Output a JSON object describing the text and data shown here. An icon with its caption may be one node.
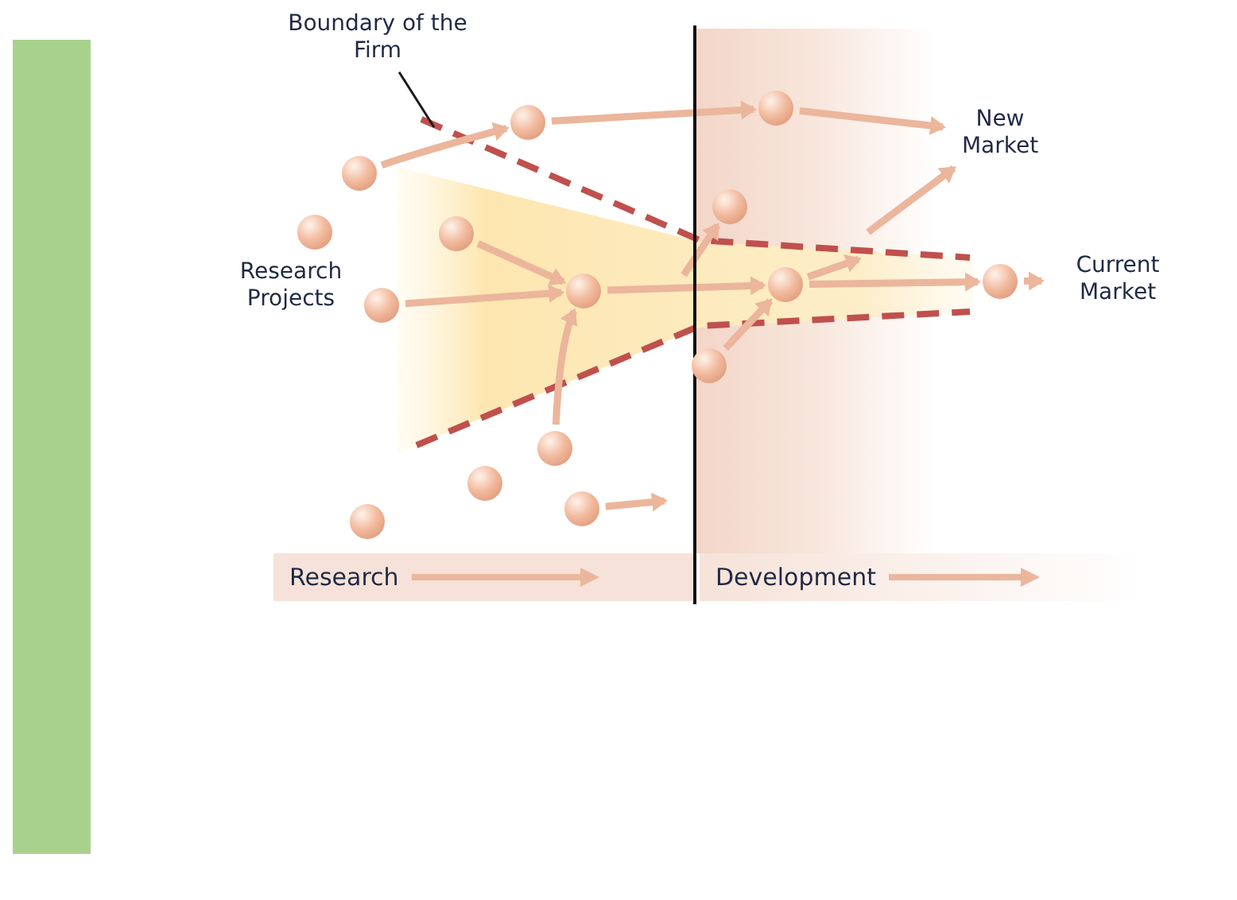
{
  "diagram": {
    "nodes": [
      {
        "text": [
          "Boundary of the Firm"
        ]
      },
      {
        "text": [
          "New Market"
        ]
      },
      {
        "text": [
          "Current Market"
        ]
      },
      {
        "text": [],
        "shape": "circle"
      },
      {
        "text": [],
        "shape": "circle"
      },
      {
        "text": [],
        "shape": "circle"
      },
      {
        "text": [],
        "shape": "circle"
      },
      {
        "text": [],
        "shape": "circle"
      },
      {
        "text": [],
        "shape": "circle"
      },
      {
        "text": [],
        "shape": "circle"
      },
      {
        "text": [],
        "shape": "circle"
      },
      {
        "text": [],
        "shape": "circle"
      },
      {
        "text": [],
        "shape": "circle"
      },
      {
        "text": [],
        "shape": "circle"
      },
      {
        "text": [],
        "shape": "circle"
      },
      {
        "text": [],
        "shape": "circle"
      },
      {
        "text": [],
        "shape": "circle"
      },
      {
        "text": [],
        "shape": "circle"
      },
      {
        "text": [],
        "shape": "bar"
      }
    ],
    "edges": [
      {
        "from": 0,
        "to": null,
        "arrow": "none",
        "color": "#1a1a1a"
      },
      {
        "from": 4,
        "to": 3,
        "arrow": "to"
      },
      {
        "from": 3,
        "to": 13,
        "arrow": "to"
      },
      {
        "from": 13,
        "to": 1,
        "arrow": "to"
      },
      {
        "from": 6,
        "to": 8,
        "arrow": "to"
      },
      {
        "from": 7,
        "to": 8,
        "arrow": "to"
      },
      {
        "from": 8,
        "to": 15,
        "arrow": "to"
      },
      {
        "from": 9,
        "to": 8,
        "arrow": "to"
      },
      {
        "from": 12,
        "to": null,
        "arrow": "to"
      },
      {
        "from": null,
        "to": 14,
        "arrow": "to"
      },
      {
        "from": 15,
        "to": null,
        "arrow": "to"
      },
      {
        "from": 15,
        "to": 17,
        "arrow": "to"
      },
      {
        "from": null,
        "to": 1,
        "arrow": "to"
      },
      {
        "from": 16,
        "to": 15,
        "arrow": "to"
      },
      {
        "from": 17,
        "to": 2,
        "arrow": "to"
      }
    ],
    "labels": [
      "Research Projects",
      "Research",
      "Development"
    ]
  }
}
